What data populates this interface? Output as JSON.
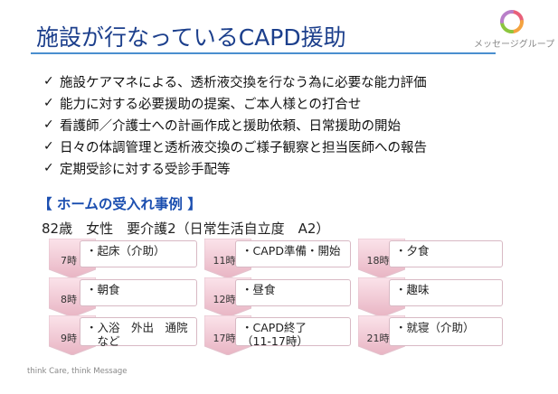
{
  "title": "施設が行なっているCAPD援助",
  "logo": {
    "text": "メッセージグループ"
  },
  "bullets": {
    "check": "✓",
    "items": [
      "施設ケアマネによる、透析液交換を行なう為に必要な能力評価",
      "能力に対する必要援助の提案、ご本人様との打合せ",
      "看護師／介護士への計画作成と援助依頼、日常援助の開始",
      "日々の体調管理と透析液交換のご様子観察と担当医師への報告",
      "定期受診に対する受診手配等"
    ]
  },
  "case": {
    "title": "【 ホームの受入れ事例 】",
    "subtitle": "82歳　女性　要介護2（日常生活自立度　A2）"
  },
  "schedule": {
    "col1": [
      {
        "time": "7時",
        "lines": [
          "・起床（介助）"
        ]
      },
      {
        "time": "8時",
        "lines": [
          "・朝食"
        ]
      },
      {
        "time": "9時",
        "lines": [
          "・入浴　外出　通院",
          "　など"
        ]
      }
    ],
    "col2": [
      {
        "time": "11時",
        "lines": [
          "・CAPD準備・開始"
        ]
      },
      {
        "time": "12時",
        "lines": [
          "・昼食"
        ]
      },
      {
        "time": "17時",
        "lines": [
          "・CAPD終了",
          "（11-17時）"
        ]
      }
    ],
    "col3": [
      {
        "time": "18時",
        "lines": [
          "・夕食"
        ]
      },
      {
        "time": "",
        "lines": [
          "・趣味"
        ]
      },
      {
        "time": "21時",
        "lines": [
          "・就寝（介助）"
        ]
      }
    ]
  },
  "colors": {
    "title": "#1c3f8c",
    "rule": "#4a8fcf",
    "accent": "#1c4fb0",
    "chevron": "#e8b4c3"
  },
  "footer": "think Care, think Message"
}
